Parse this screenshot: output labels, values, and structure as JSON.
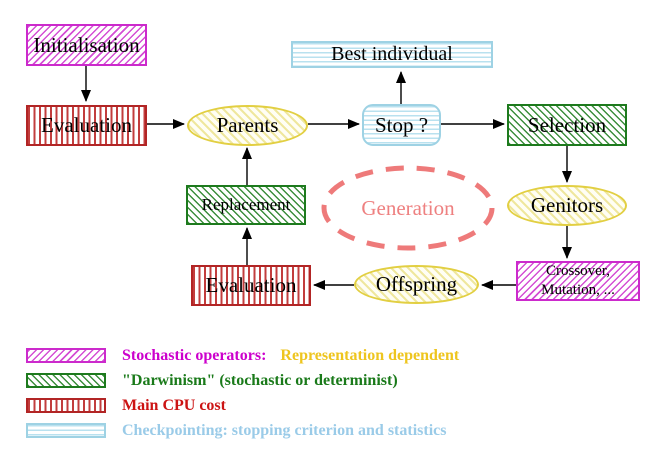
{
  "diagram": {
    "title": "Evolutionary algorithm generation loop",
    "nodes": {
      "initialisation": {
        "label": "Initialisation",
        "style": "stochastic-operator"
      },
      "evaluation_top": {
        "label": "Evaluation",
        "style": "main-cpu-cost"
      },
      "best_individual": {
        "label": "Best individual",
        "style": "checkpointing"
      },
      "parents": {
        "label": "Parents",
        "style": "population"
      },
      "stop": {
        "label": "Stop ?",
        "style": "checkpointing"
      },
      "selection": {
        "label": "Selection",
        "style": "darwinism"
      },
      "replacement": {
        "label": "Replacement",
        "style": "darwinism"
      },
      "generation": {
        "label": "Generation",
        "style": "loop-ellipse"
      },
      "genitors": {
        "label": "Genitors",
        "style": "population"
      },
      "evaluation_bottom": {
        "label": "Evaluation",
        "style": "main-cpu-cost"
      },
      "offspring": {
        "label": "Offspring",
        "style": "population"
      },
      "crossover": {
        "line1": "Crossover,",
        "line2": "Mutation, ...",
        "style": "stochastic-operator"
      }
    },
    "edges": [
      "initialisation->evaluation_top",
      "evaluation_top->parents",
      "parents->stop",
      "stop->best_individual",
      "stop->selection",
      "selection->genitors",
      "genitors->crossover",
      "crossover->offspring",
      "offspring->evaluation_bottom",
      "evaluation_bottom->replacement",
      "replacement->parents"
    ],
    "legend": {
      "row1_label": "Stochastic operators:",
      "row1_extra": "Representation dependent",
      "row2_label": "\"Darwinism\" (stochastic or determinist)",
      "row3_label": "Main CPU cost",
      "row4_label": "Checkpointing: stopping criterion and statistics"
    },
    "colors": {
      "stochastic_magenta": "#cc2acc",
      "darwinism_green": "#1d7a1d",
      "cpu_red": "#b22525",
      "checkpoint_cyan": "#9ed2e4",
      "population_yellow": "#e2cf42",
      "generation_salmon": "#ee7a7a",
      "legend_text_magenta": "#cc00cc",
      "legend_text_yellow": "#eec51e",
      "legend_text_green": "#1a7a1a",
      "legend_text_red": "#cc1414",
      "legend_text_cyan": "#9acbe8",
      "arrow_black": "#000000",
      "background": "#ffffff"
    }
  }
}
